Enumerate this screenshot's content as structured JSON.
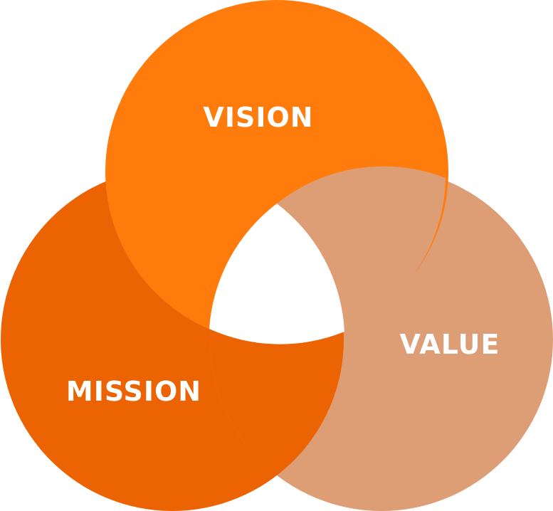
{
  "diagram": {
    "circles": [
      {
        "id": "vision",
        "label": "VISION",
        "color": "#FF7C0C"
      },
      {
        "id": "mission",
        "label": "MISSION",
        "color": "#EC6303"
      },
      {
        "id": "value",
        "label": "VALUE",
        "color": "#DE9E75"
      }
    ],
    "center_color": "#FFFFFF"
  }
}
